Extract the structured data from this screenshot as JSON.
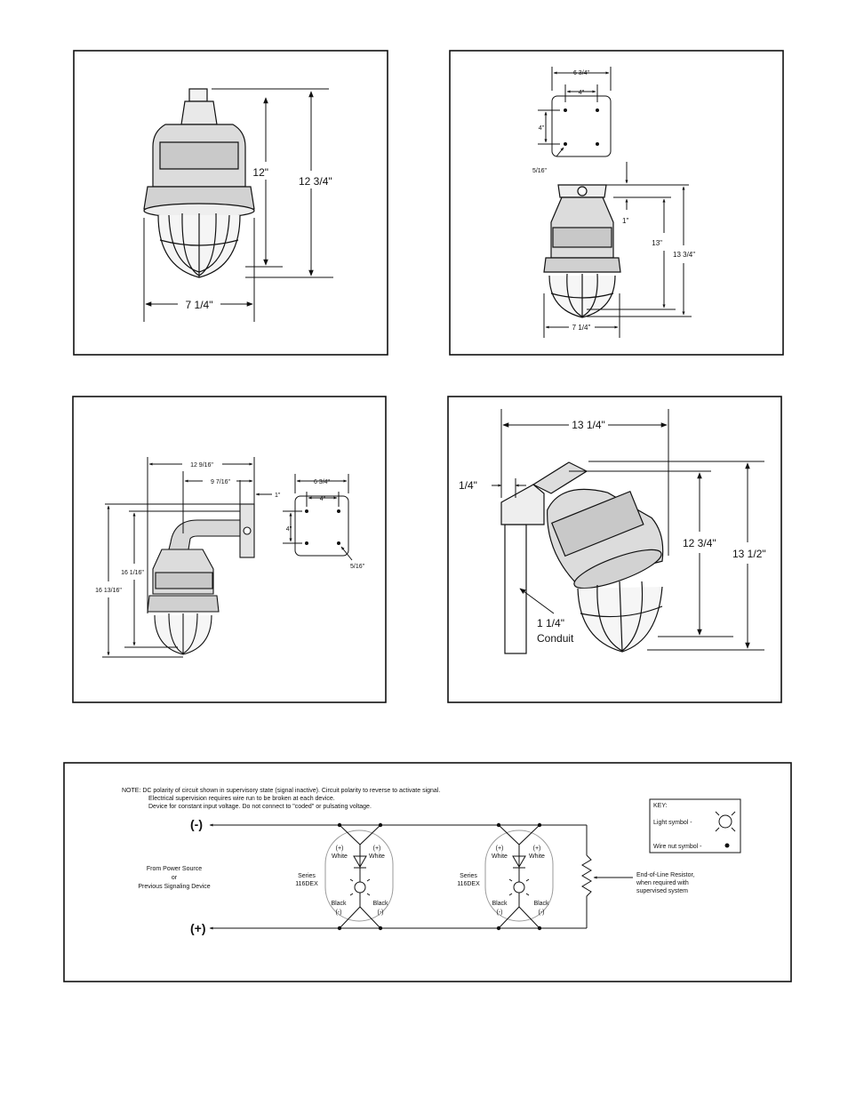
{
  "fig1": {
    "height_inner": "12\"",
    "height_outer": "12 3/4\"",
    "width": "7 1/4\""
  },
  "fig2": {
    "plate_width": "6 3/4\"",
    "hole_h": "4\"",
    "hole_v": "4\"",
    "hole_dia": "5/16\"",
    "offset": "1\"",
    "height_inner": "13\"",
    "height_outer": "13 3/4\"",
    "width": "7 1/4\""
  },
  "fig3": {
    "reach_outer": "12 9/16\"",
    "reach_inner": "9 7/16\"",
    "offset": "1\"",
    "height_inner": "16 1/16\"",
    "height_outer": "16 13/16\"",
    "plate_width": "6 3/4\"",
    "hole_h": "4\"",
    "hole_v": "4\"",
    "hole_dia": "5/16\""
  },
  "fig4": {
    "reach": "13 1/4\"",
    "offset": "1/4\"",
    "height_inner": "12 3/4\"",
    "height_outer": "13 1/2\"",
    "conduit_size": "1 1/4\"",
    "conduit_label": "Conduit"
  },
  "wiring": {
    "note_lines": [
      "NOTE:  DC polarity of circuit shown in supervisory state (signal inactive).  Circuit polarity to reverse to activate signal.",
      "Electrical supervision requires wire run to be broken at each device.",
      "Device for constant input voltage.  Do not connect to \"coded\" or pulsating voltage."
    ],
    "negative": "(-)",
    "positive": "(+)",
    "source_lines": [
      "From Power Source",
      "or",
      "Previous Signaling Device"
    ],
    "series_label": "Series",
    "series_model": "116DEX",
    "plus": "(+)",
    "white": "White",
    "black": "Black",
    "minus": "(-)",
    "eol_lines": [
      "End-of-Line Resistor,",
      "when required with",
      "supervised system"
    ],
    "key_title": "KEY:",
    "key_light": "Light symbol -",
    "key_wirenut": "Wire nut symbol -"
  }
}
